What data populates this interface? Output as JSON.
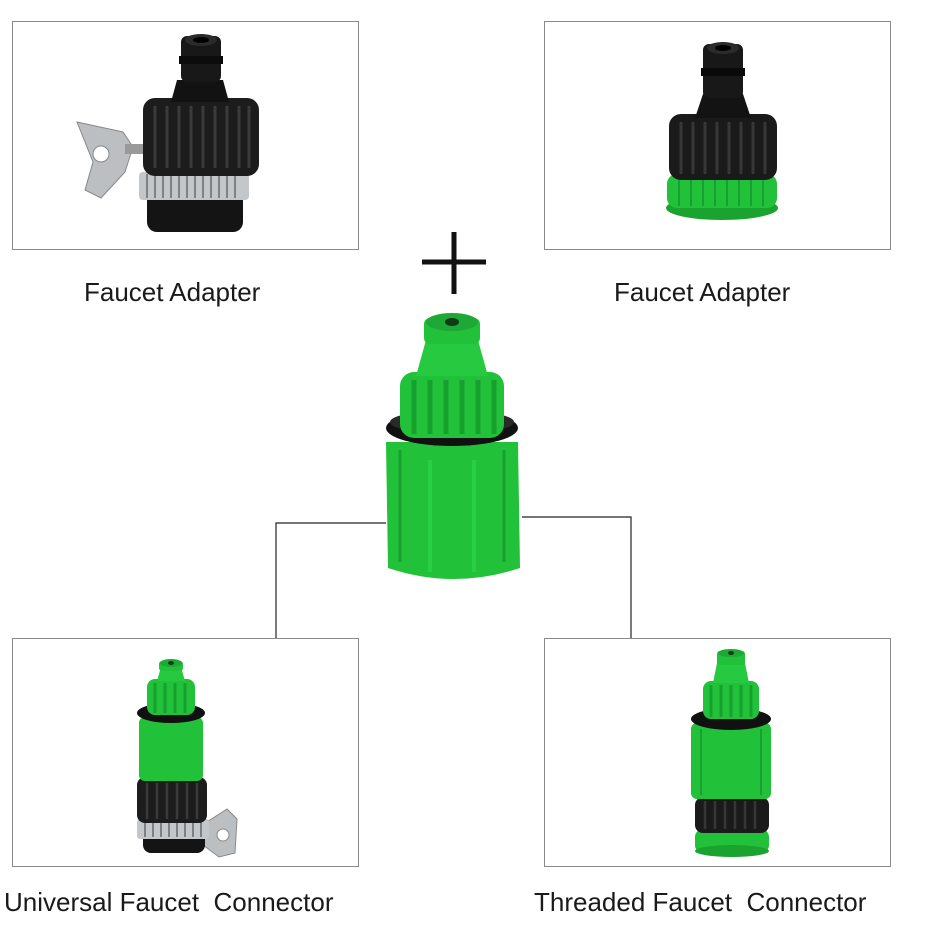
{
  "captions": {
    "top_left": "Faucet Adapter",
    "top_right": "Faucet Adapter",
    "bottom_left": "Universal Faucet  Connector",
    "bottom_right": "Threaded Faucet  Connector"
  },
  "icons": {
    "plus": "plus-icon"
  },
  "colors": {
    "green": "#22c13a",
    "black": "#111111",
    "metal": "#b9bcbf",
    "frame": "#8a8a8a"
  }
}
